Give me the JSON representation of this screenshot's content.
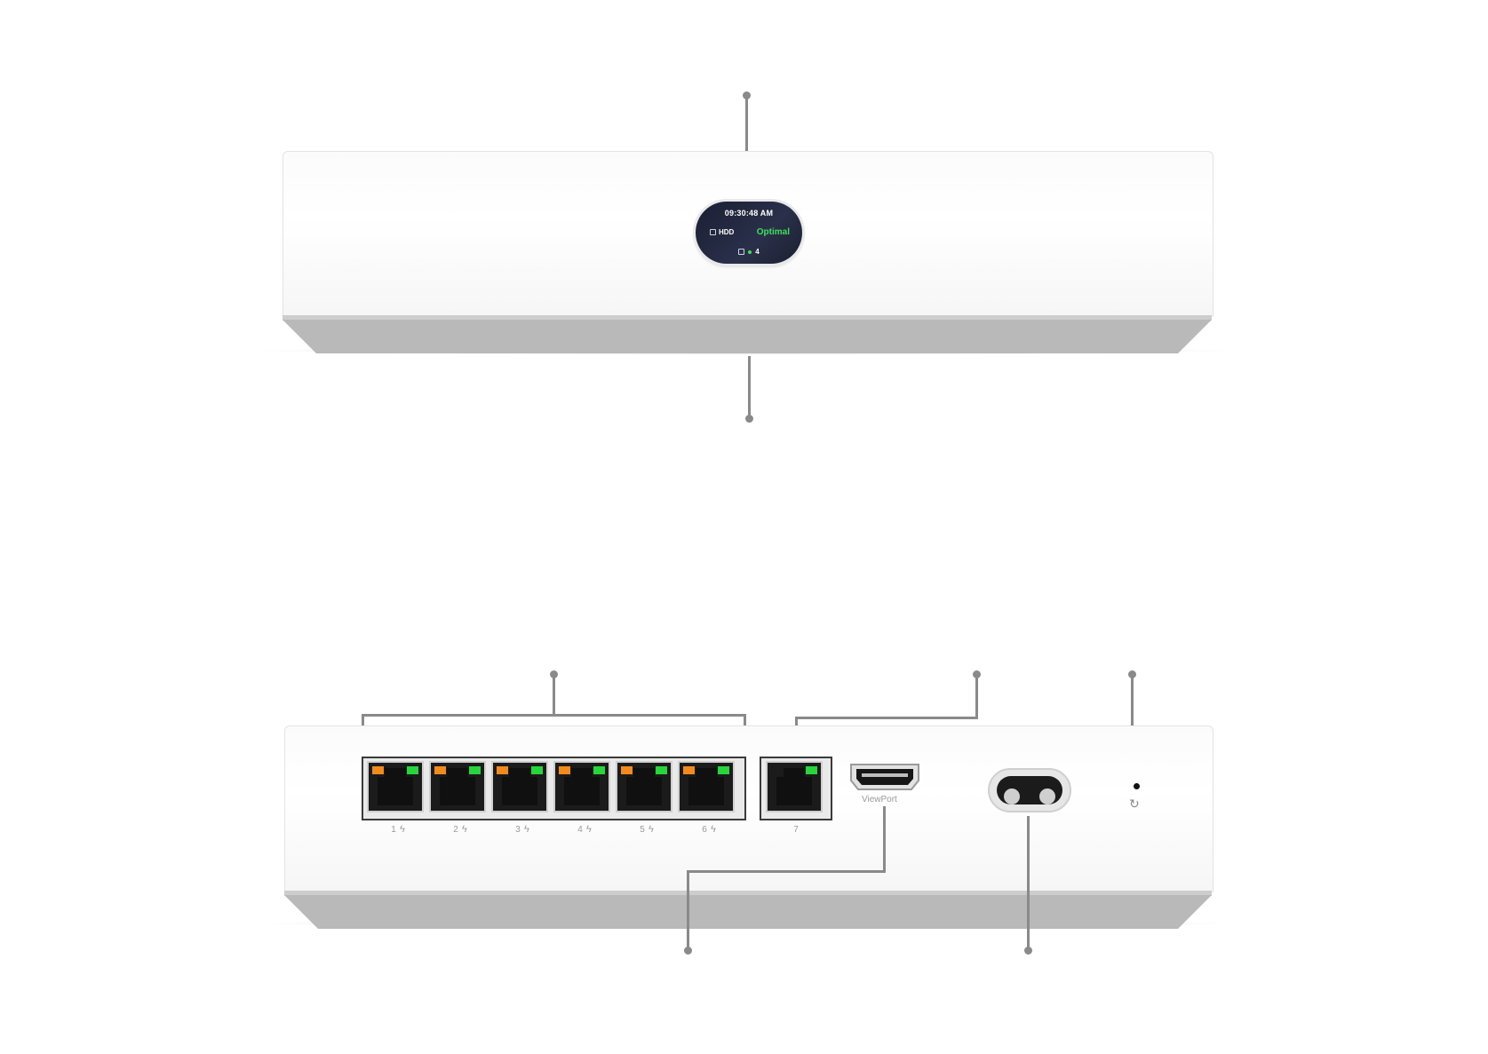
{
  "front_display": {
    "time": "09:30:48 AM",
    "storage_label": "HDD",
    "storage_status": "Optimal",
    "device_count": "4"
  },
  "rear_ports": {
    "poe_ports": [
      {
        "label": "1"
      },
      {
        "label": "2"
      },
      {
        "label": "3"
      },
      {
        "label": "4"
      },
      {
        "label": "5"
      },
      {
        "label": "6"
      }
    ],
    "uplink_port": {
      "label": "7"
    },
    "hdmi_label": "ViewPort"
  },
  "colors": {
    "led_orange": "#f28a1e",
    "led_green": "#27d63a",
    "status_green": "#3ee05a"
  }
}
